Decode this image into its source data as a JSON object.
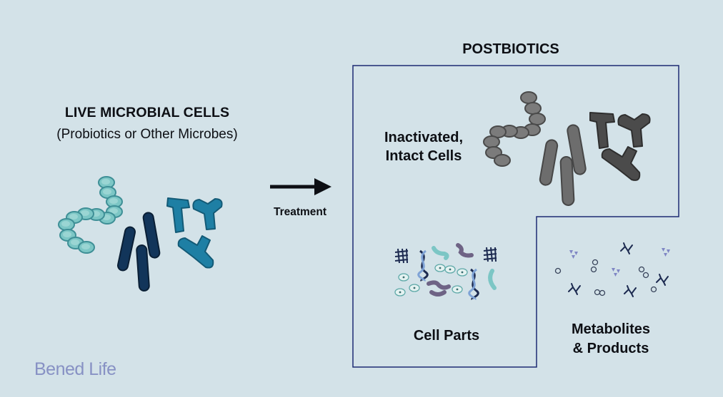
{
  "left": {
    "title": "LIVE MICROBIAL CELLS",
    "subtitle": "(Probiotics or Other Microbes)"
  },
  "arrow": {
    "label": "Treatment"
  },
  "right": {
    "title": "POSTBIOTICS",
    "inactivated": {
      "line1": "Inactivated,",
      "line2": "Intact Cells"
    },
    "cell_parts": "Cell Parts",
    "metabolites": {
      "line1": "Metabolites",
      "line2": "& Products"
    }
  },
  "brand": "Bened Life",
  "colors": {
    "background": "#d3e2e8",
    "live_chain": "#7cc6c5",
    "live_rod": "#12355a",
    "live_y": "#1e7fa4",
    "inactive_chain": "#7b7b7b",
    "inactive_rod": "#6d6d6d",
    "inactive_y": "#4b4b4b",
    "box_border": "#1c2a73",
    "brand": "#8791c4"
  },
  "icons": [
    "arrow-right-icon",
    "cell-wall-mesh-icon",
    "dna-helix-icon",
    "metabolite-particle-icon"
  ]
}
